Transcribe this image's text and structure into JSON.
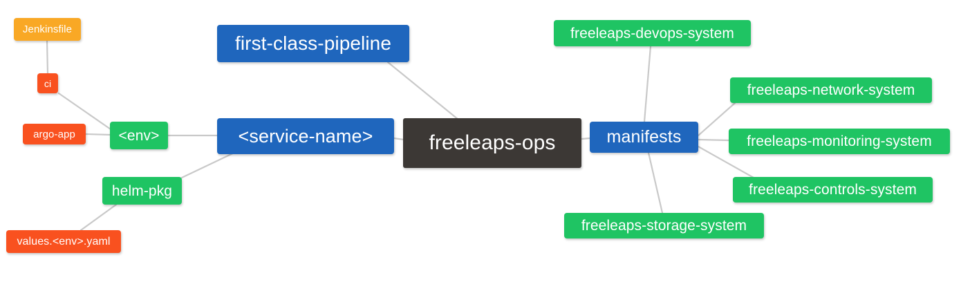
{
  "diagram": {
    "type": "mindmap",
    "title": "freeleaps-ops",
    "background": "#ffffff",
    "edge_color": "#c9c9c9",
    "palette": {
      "root_dark": "#3c3835",
      "blue": "#1f66bd",
      "green": "#1fc463",
      "orange": "#f9a825",
      "red": "#f9511f",
      "text": "#ffffff"
    }
  },
  "nodes": {
    "root": {
      "label": "freeleaps-ops",
      "color": "#3c3835",
      "level": 0
    },
    "first_class_pipeline": {
      "label": "first-class-pipeline",
      "color": "#1f66bd",
      "level": 1
    },
    "service_name": {
      "label": "<service-name>",
      "color": "#1f66bd",
      "level": 1
    },
    "manifests": {
      "label": "manifests",
      "color": "#1f66bd",
      "level": 1
    },
    "env": {
      "label": "<env>",
      "color": "#1fc463",
      "level": 2
    },
    "helm_pkg": {
      "label": "helm-pkg",
      "color": "#1fc463",
      "level": 2
    },
    "ci": {
      "label": "ci",
      "color": "#f9511f",
      "level": 3
    },
    "argo_app": {
      "label": "argo-app",
      "color": "#f9511f",
      "level": 3
    },
    "jenkinsfile": {
      "label": "Jenkinsfile",
      "color": "#f9a825",
      "level": 4
    },
    "values_yaml": {
      "label": "values.<env>.yaml",
      "color": "#f9511f",
      "level": 3
    },
    "devops_system": {
      "label": "freeleaps-devops-system",
      "color": "#1fc463",
      "level": 2
    },
    "network_system": {
      "label": "freeleaps-network-system",
      "color": "#1fc463",
      "level": 2
    },
    "monitoring_system": {
      "label": "freeleaps-monitoring-system",
      "color": "#1fc463",
      "level": 2
    },
    "controls_system": {
      "label": "freeleaps-controls-system",
      "color": "#1fc463",
      "level": 2
    },
    "storage_system": {
      "label": "freeleaps-storage-system",
      "color": "#1fc463",
      "level": 2
    }
  },
  "edges": [
    {
      "from": "first_class_pipeline",
      "to": "root"
    },
    {
      "from": "service_name",
      "to": "root"
    },
    {
      "from": "manifests",
      "to": "root"
    },
    {
      "from": "env",
      "to": "service_name"
    },
    {
      "from": "helm_pkg",
      "to": "service_name"
    },
    {
      "from": "ci",
      "to": "env"
    },
    {
      "from": "argo_app",
      "to": "env"
    },
    {
      "from": "jenkinsfile",
      "to": "ci"
    },
    {
      "from": "values_yaml",
      "to": "helm_pkg"
    },
    {
      "from": "devops_system",
      "to": "manifests"
    },
    {
      "from": "network_system",
      "to": "manifests"
    },
    {
      "from": "monitoring_system",
      "to": "manifests"
    },
    {
      "from": "controls_system",
      "to": "manifests"
    },
    {
      "from": "storage_system",
      "to": "manifests"
    }
  ]
}
